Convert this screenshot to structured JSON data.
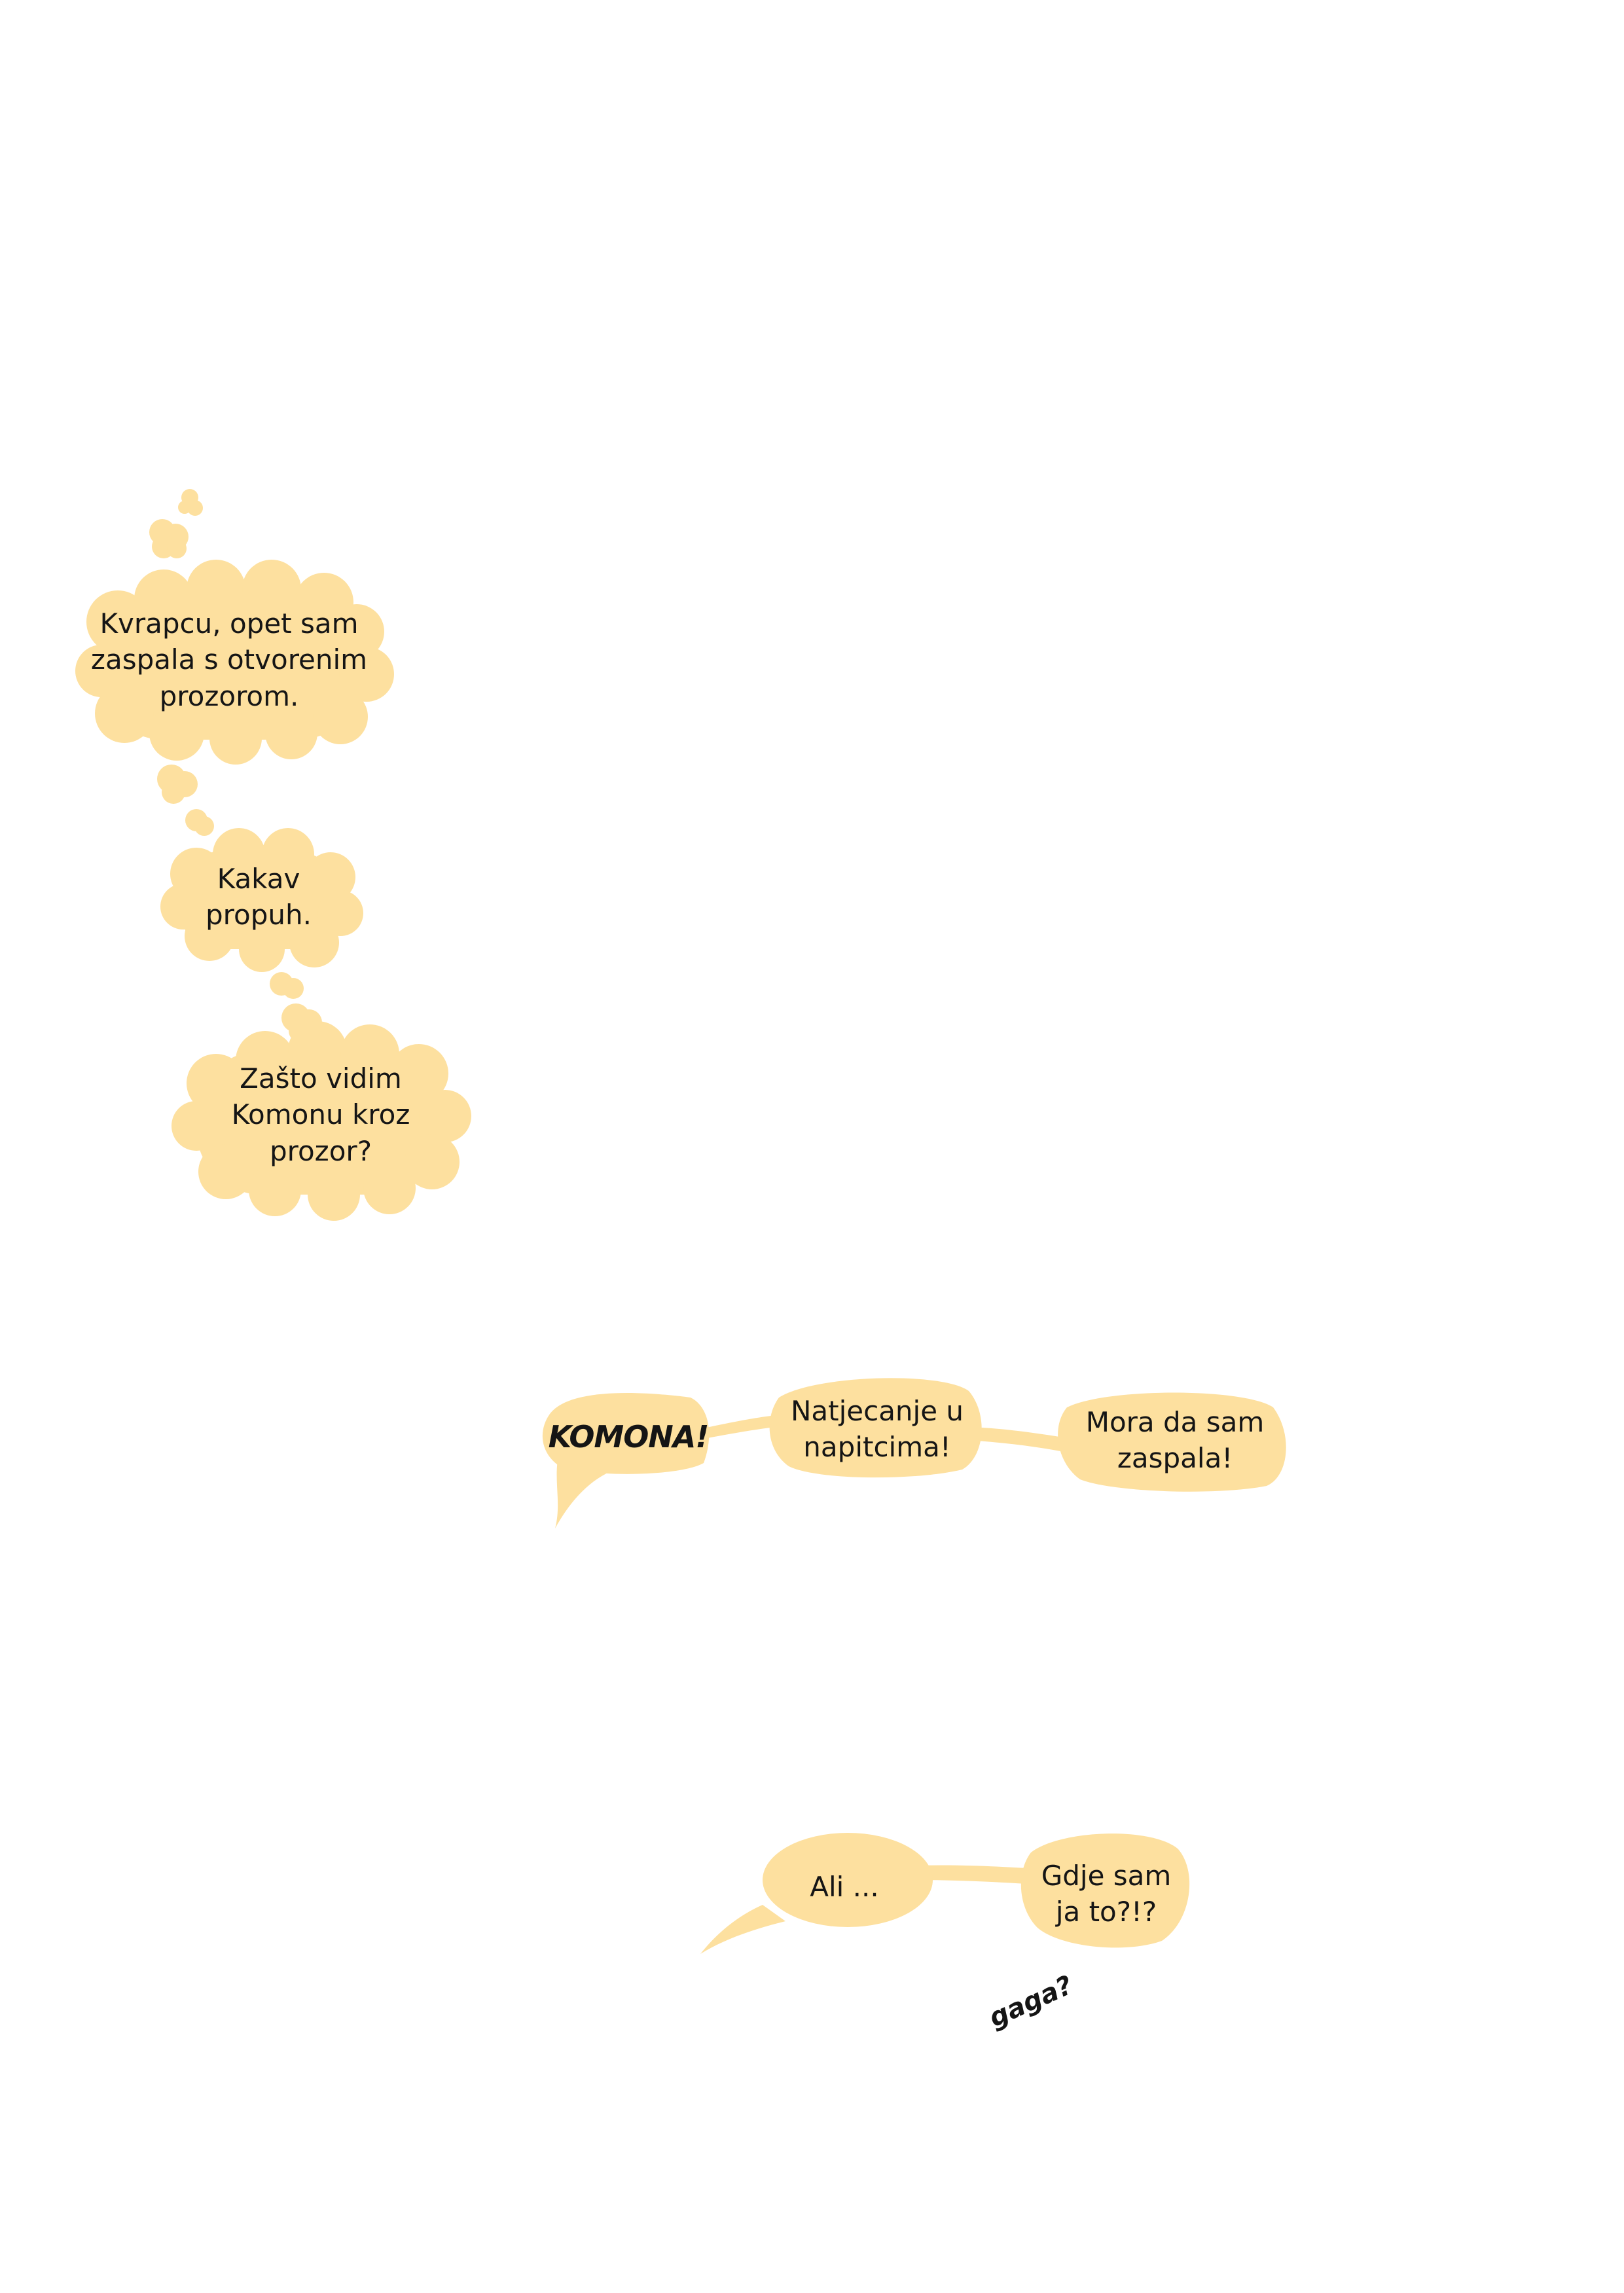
{
  "colors": {
    "bubble_fill": "#fde09f",
    "text": "#151515",
    "background": "#ffffff"
  },
  "thought_bubbles": [
    {
      "text": "Kvrapcu, opet sam\nzaspala s otvorenim\nprozorom."
    },
    {
      "text": "Kakav\npropuh."
    },
    {
      "text": "Zašto vidim\nKomonu kroz\nprozor?"
    }
  ],
  "speech_row_1": [
    {
      "text": "KOMONA!"
    },
    {
      "text": "Natjecanje u\nnapitcima!"
    },
    {
      "text": "Mora da sam\nzaspala!"
    }
  ],
  "speech_row_2": [
    {
      "text": "Ali ..."
    },
    {
      "text": "Gdje sam\nja to?!?"
    }
  ],
  "sound_effect": {
    "text": "gaga?"
  }
}
